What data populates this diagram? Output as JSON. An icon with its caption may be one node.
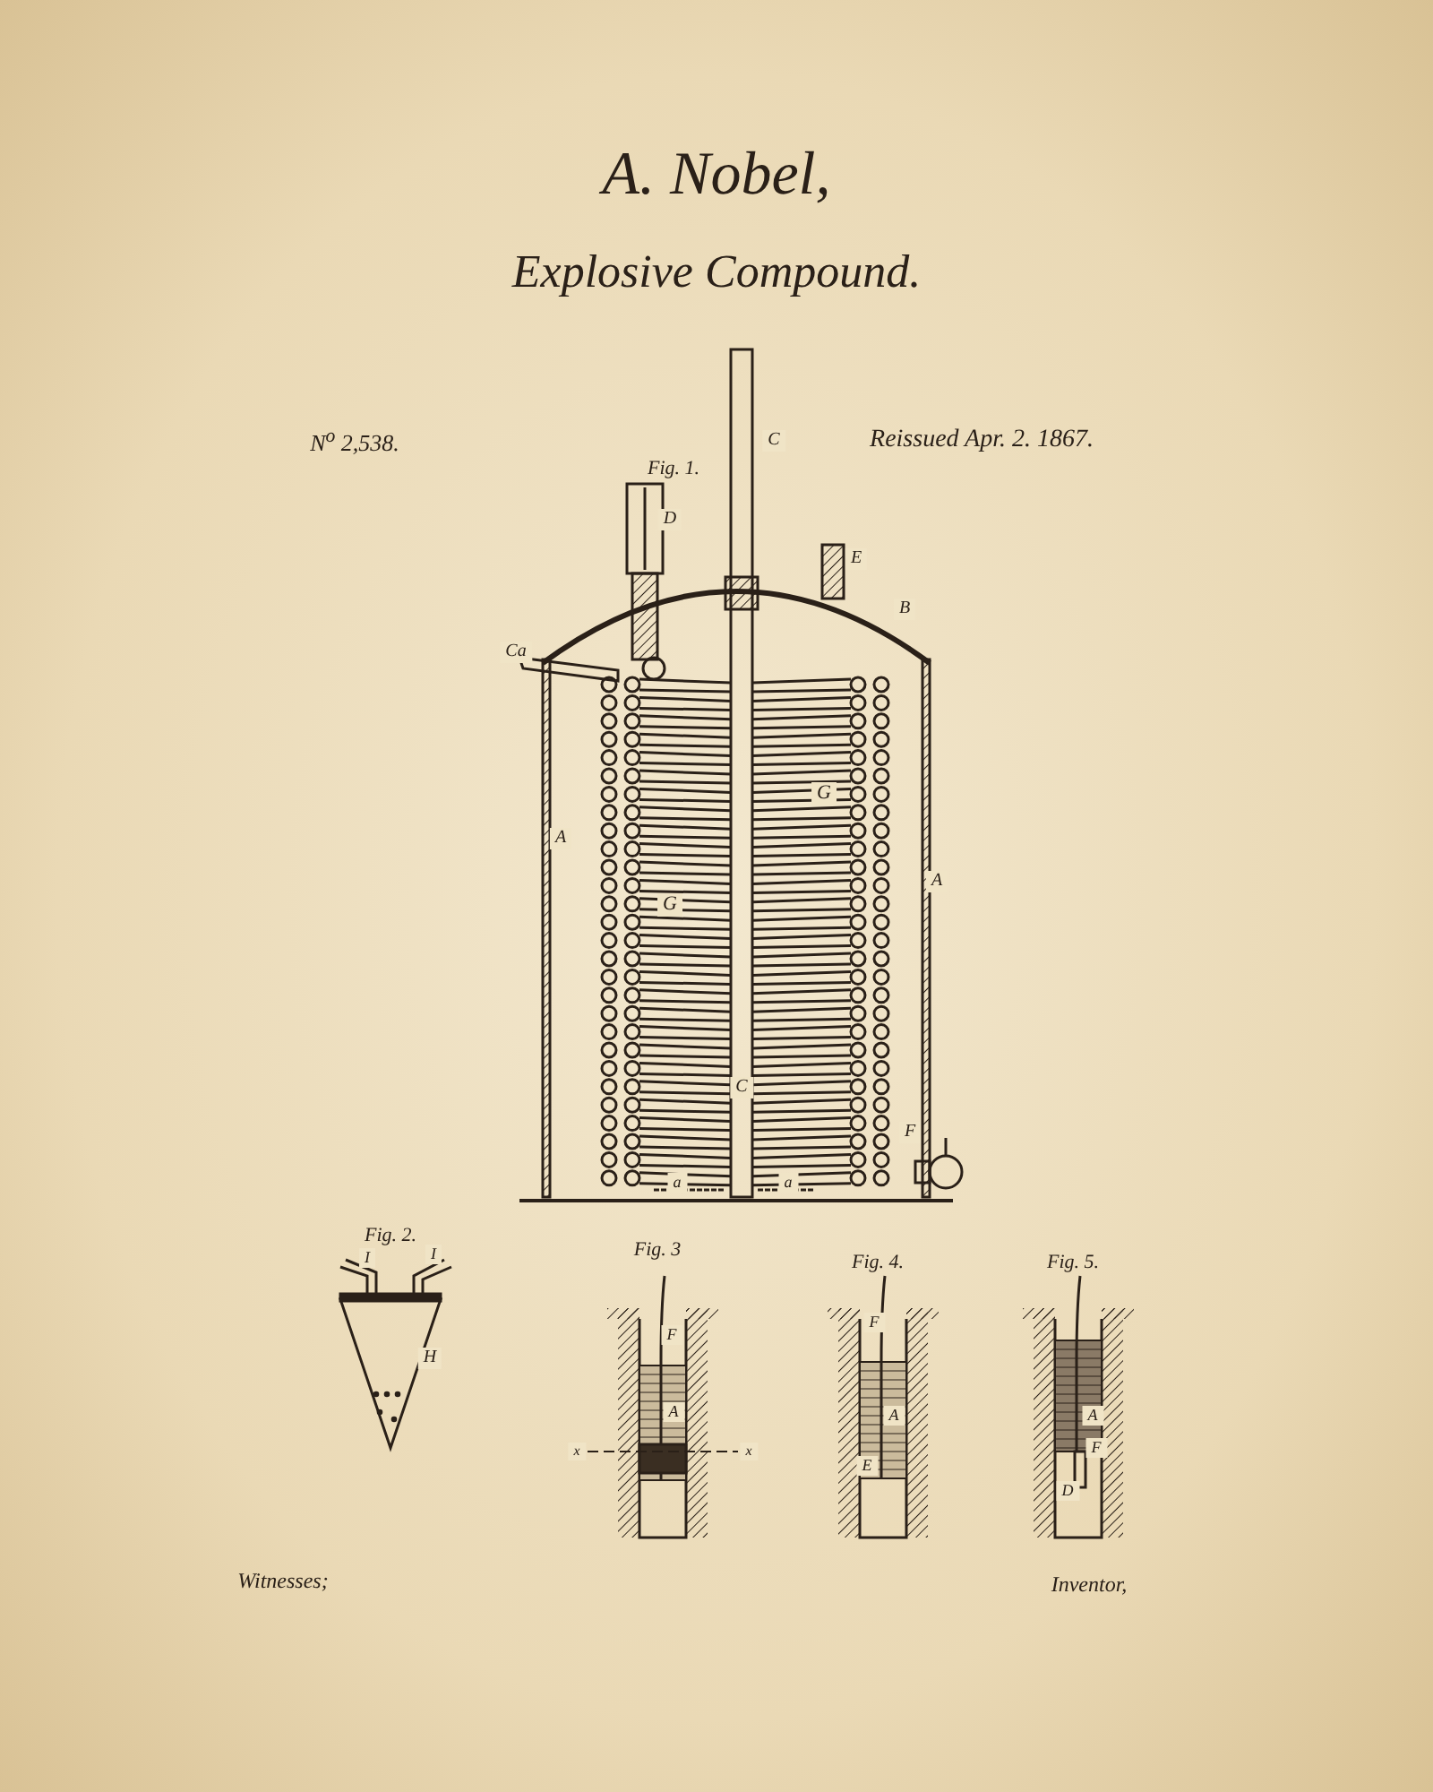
{
  "diagram": {
    "title": "A. Nobel,",
    "labels": [
      "Explosive Compound.",
      "N$^{o}$ 2,538.",
      "Reissued Apr. 2. 1867.",
      "Fig. 1.",
      "C",
      "D",
      "E",
      "B",
      "Ca",
      "G",
      "A",
      "A",
      "G",
      "C",
      "a",
      "a",
      "F",
      "Fig. 2.",
      "I",
      "I",
      "H",
      "Fig. 3",
      "F",
      "A",
      "x",
      "x",
      "Fig. 4.",
      "F",
      "A",
      "E",
      "Fig. 5.",
      "A",
      "F",
      "D",
      "Witnesses;",
      "Inventor,"
    ]
  }
}
